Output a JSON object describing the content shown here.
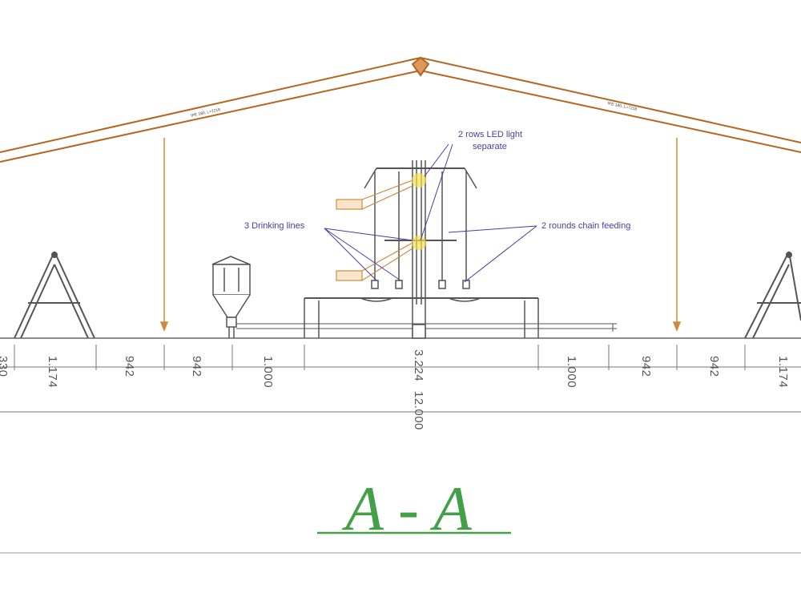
{
  "labels": {
    "led": "2 rows LED light",
    "led2": "separate",
    "drinking": "3 Drinking lines",
    "chain": "2 rounds chain feeding"
  },
  "beams": {
    "left": "IPE 180, L=7218",
    "right": "IPE 180, L=7218"
  },
  "dimensions": [
    "330",
    "1.174",
    "942",
    "942",
    "1.000",
    "3.224",
    "1.000",
    "942",
    "942",
    "1.174"
  ],
  "total": "12.000",
  "section_title": "A - A",
  "colors": {
    "roof": "#b5651d",
    "labels": "#4b3aa6",
    "title": "#43a047"
  }
}
